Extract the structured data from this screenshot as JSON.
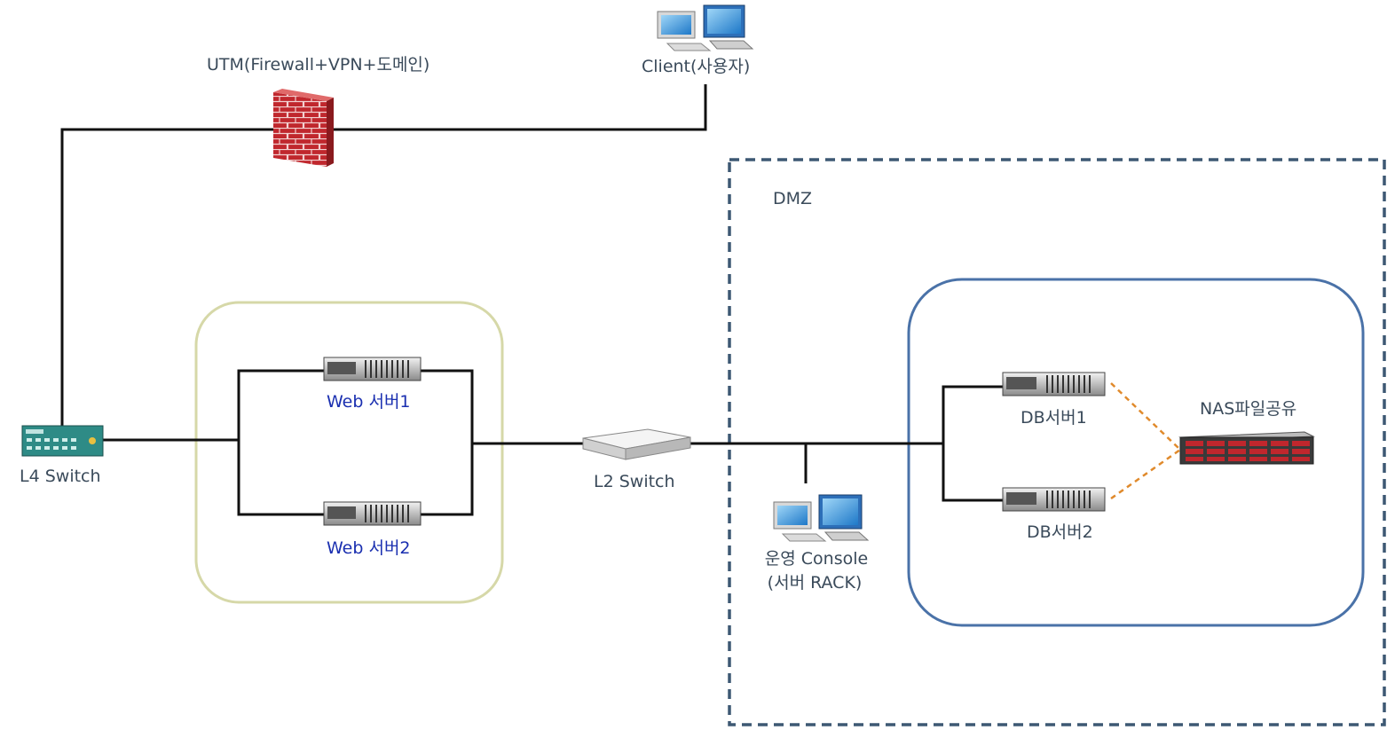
{
  "nodes": {
    "utm": "UTM(Firewall+VPN+도메인)",
    "client": "Client(사용자)",
    "dmz": "DMZ",
    "web1": "Web 서버1",
    "web2": "Web 서버2",
    "l4": "L4 Switch",
    "l2": "L2 Switch",
    "console_line1": "운영 Console",
    "console_line2": "(서버 RACK)",
    "db1": "DB서버1",
    "db2": "DB서버2",
    "nas": "NAS파일공유"
  },
  "colors": {
    "line": "#111111",
    "dmz_border": "#3d5873",
    "web_group_border": "#d6d8a8",
    "db_group_border": "#4a72a8",
    "replication_link": "#e08a2c",
    "firewall": "#c0272d",
    "web_label": "#1a2fb0"
  },
  "icons": {
    "utm": "firewall-icon",
    "client": "computer-icon",
    "console": "computer-icon",
    "servers": "rack-server-icon",
    "nas": "storage-array-icon",
    "l4": "network-switch-icon",
    "l2": "network-switch-icon"
  }
}
